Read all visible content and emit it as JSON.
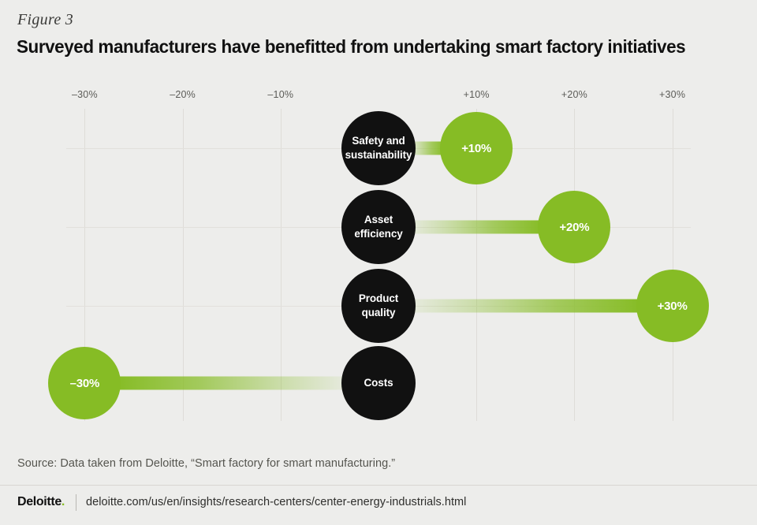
{
  "figure": {
    "label": "Figure 3",
    "title": "Surveyed manufacturers have benefitted from undertaking smart factory initiatives",
    "source": "Source: Data taken from Deloitte, “Smart factory for smart manufacturing.”",
    "background_color": "#ededeb"
  },
  "brand": {
    "name": "Deloitte",
    "dot": ".",
    "url": "deloitte.com/us/en/insights/research-centers/center-energy-industrials.html",
    "accent_color": "#86bc25"
  },
  "chart_data": {
    "type": "bar",
    "title": "Surveyed manufacturers have benefitted from undertaking smart factory initiatives",
    "xlabel": "",
    "ylabel": "",
    "xlim": [
      -35,
      35
    ],
    "grid": true,
    "legend": false,
    "orientation": "horizontal",
    "value_colors": {
      "bubble": "#86bc25",
      "category": "#111111"
    },
    "axis_ticks": [
      {
        "value": -30,
        "label": "–30%"
      },
      {
        "value": -20,
        "label": "–20%"
      },
      {
        "value": -10,
        "label": "–10%"
      },
      {
        "value": 10,
        "label": "+10%"
      },
      {
        "value": 20,
        "label": "+20%"
      },
      {
        "value": 30,
        "label": "+30%"
      }
    ],
    "categories": [
      "Safety and sustainability",
      "Asset efficiency",
      "Product quality",
      "Costs"
    ],
    "values": [
      10,
      20,
      30,
      -30
    ],
    "data_labels": [
      "+10%",
      "+20%",
      "+30%",
      "–30%"
    ],
    "points": [
      {
        "category_line1": "Safety and",
        "category_line2": "sustainability",
        "value": 10,
        "label": "+10%"
      },
      {
        "category_line1": "Asset",
        "category_line2": "efficiency",
        "value": 20,
        "label": "+20%"
      },
      {
        "category_line1": "Product",
        "category_line2": "quality",
        "value": 30,
        "label": "+30%"
      },
      {
        "category_line1": "Costs",
        "category_line2": "",
        "value": -30,
        "label": "–30%"
      }
    ]
  }
}
